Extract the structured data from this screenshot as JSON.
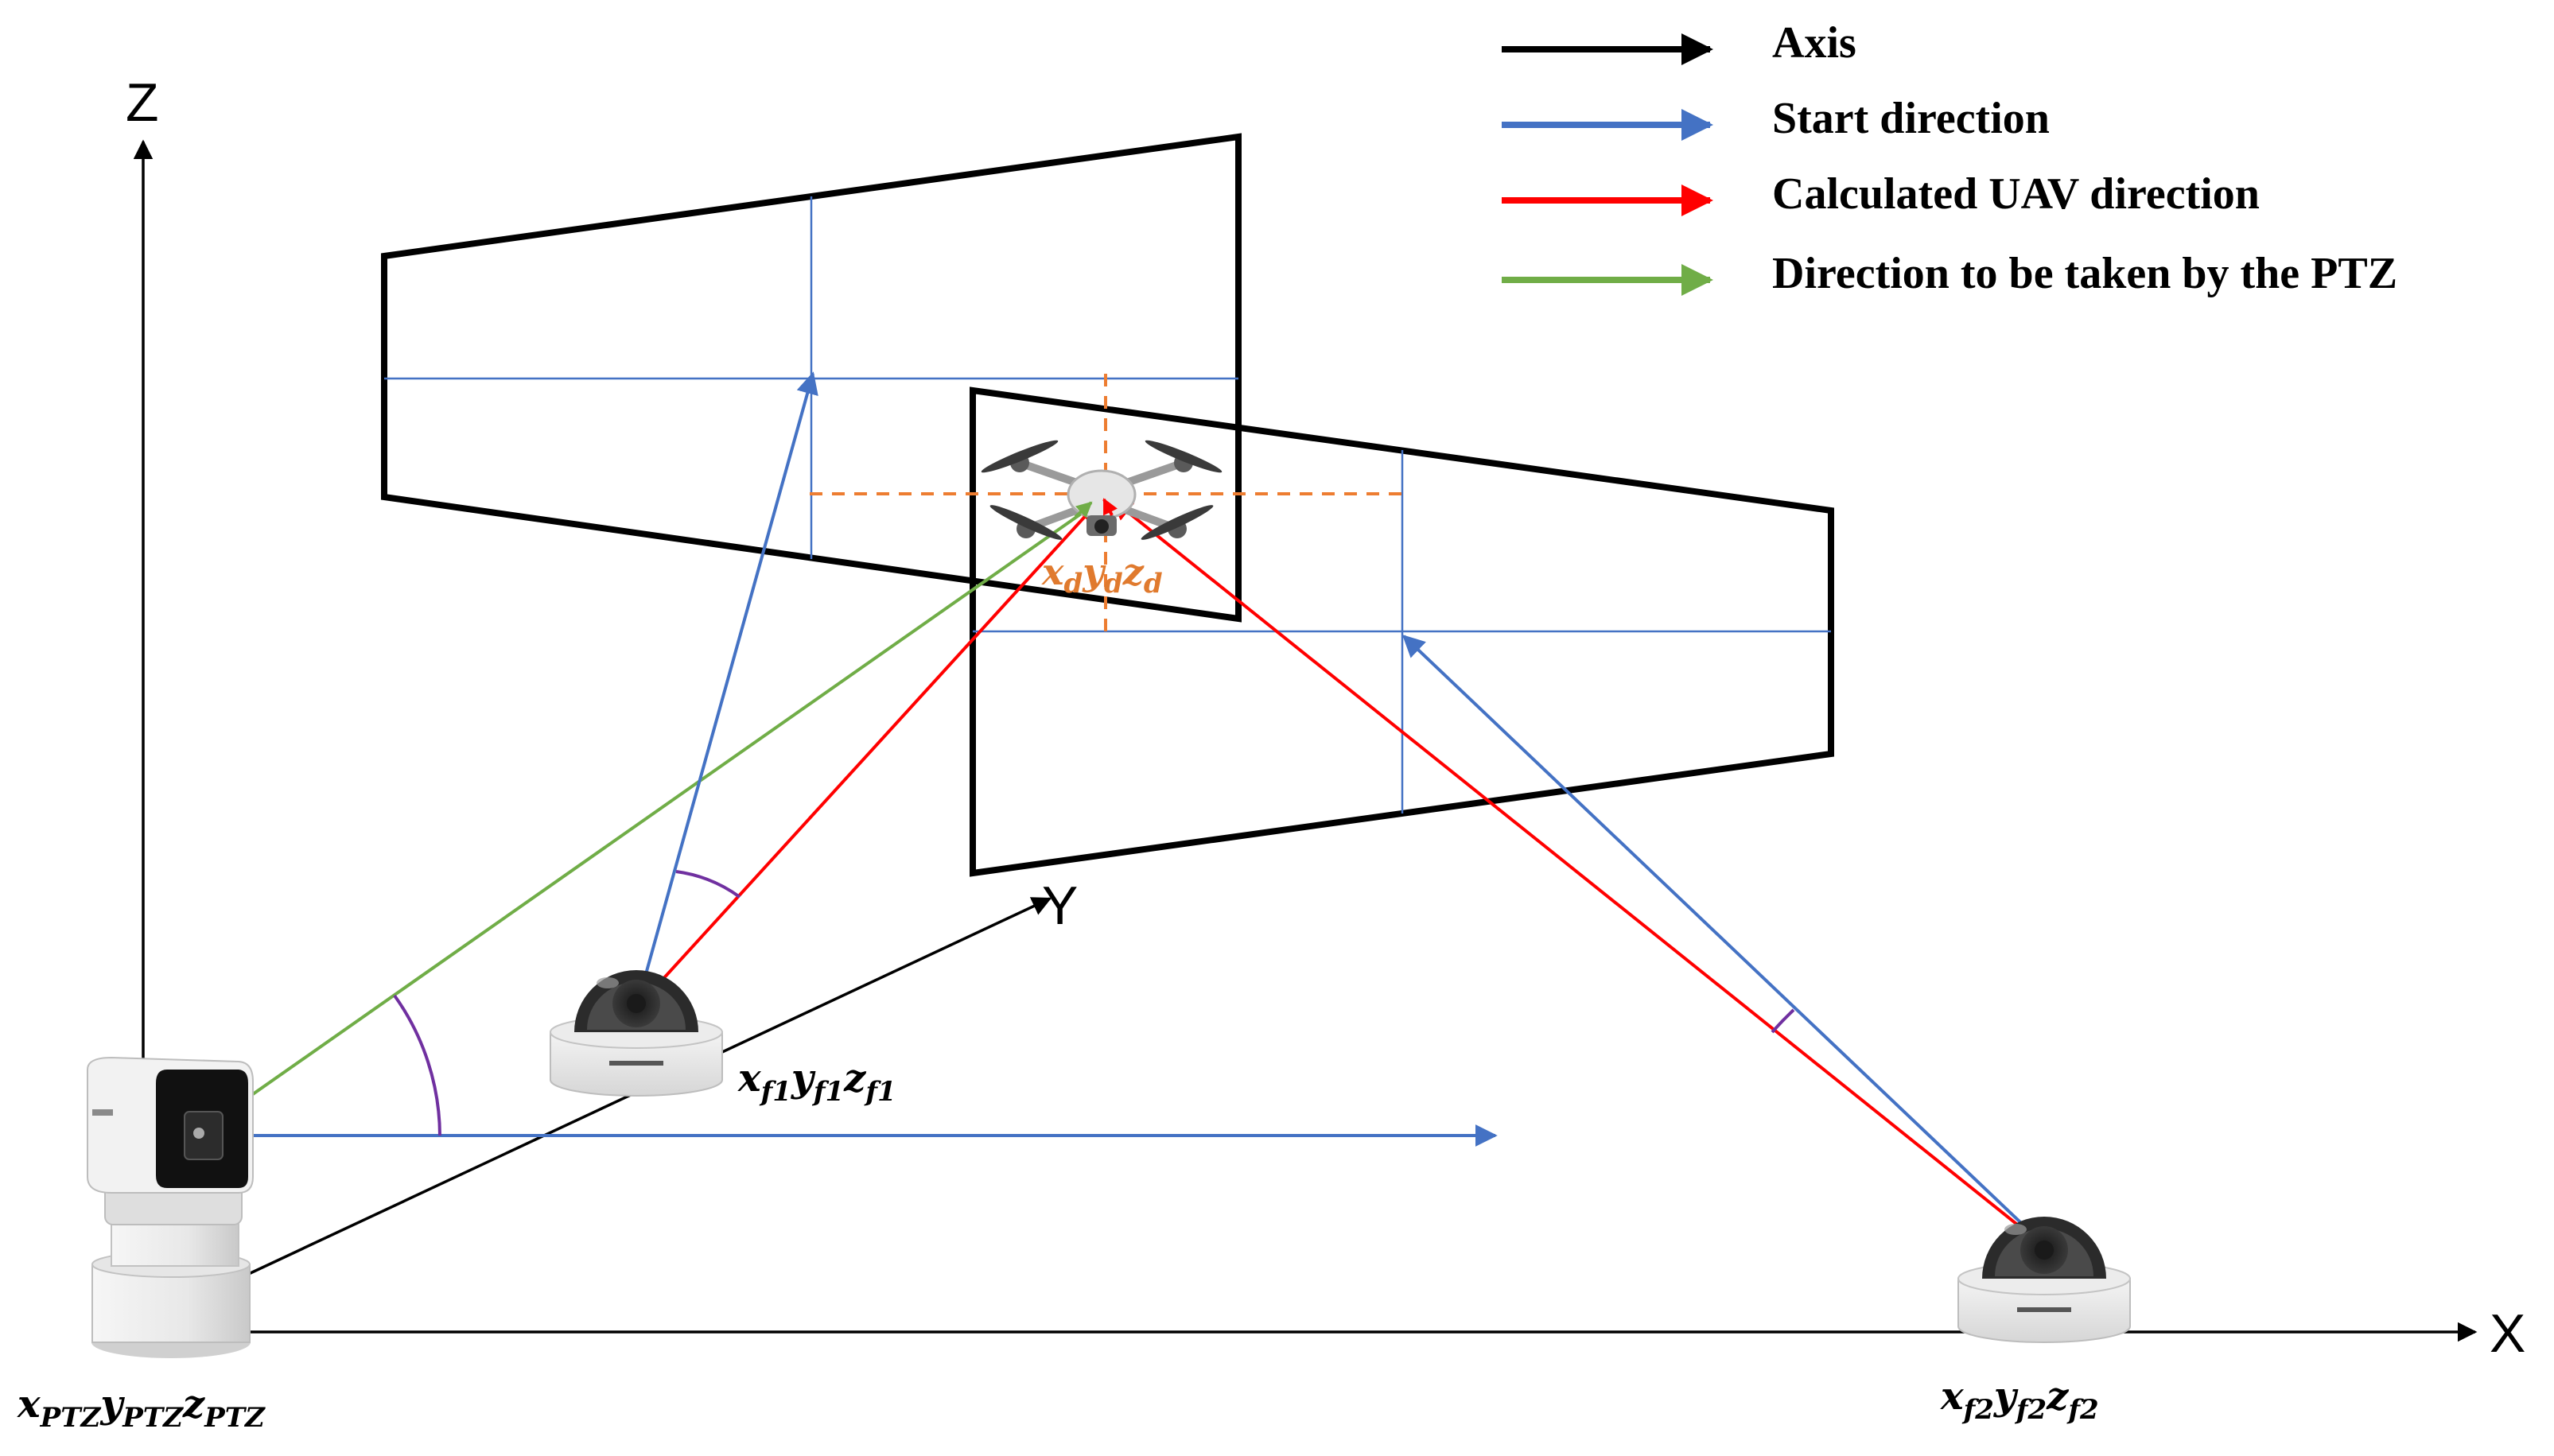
{
  "colors": {
    "axis": "#000000",
    "start_direction": "#4472C4",
    "calculated_uav_direction": "#FF0000",
    "ptz_direction": "#70AD47",
    "uav_marker": "#ED7D31",
    "angle_arc": "#7030A0",
    "frame": "#000000",
    "crosshair": "#4472C4"
  },
  "axes": {
    "x_label": "X",
    "y_label": "Y",
    "z_label": "Z"
  },
  "legend": {
    "items": [
      {
        "label": "Axis",
        "color_key": "axis"
      },
      {
        "label": "Start direction",
        "color_key": "start_direction"
      },
      {
        "label": "Calculated UAV direction",
        "color_key": "calculated_uav_direction"
      },
      {
        "label": "Direction to be taken by the PTZ",
        "color_key": "ptz_direction"
      }
    ]
  },
  "coordinates": {
    "ptz": {
      "a": "x",
      "as": "PTZ",
      "b": "y",
      "bs": "PTZ",
      "c": "z",
      "cs": "PTZ"
    },
    "f1": {
      "a": "x",
      "as": "f1",
      "b": "y",
      "bs": "f1",
      "c": "z",
      "cs": "f1"
    },
    "f2": {
      "a": "x",
      "as": "f2",
      "b": "y",
      "bs": "f2",
      "c": "z",
      "cs": "f2"
    },
    "uav": {
      "a": "x",
      "as": "d",
      "b": "y",
      "bs": "d",
      "c": "z",
      "cs": "d"
    }
  },
  "icons": {
    "ptz_camera": "ptz-camera-icon",
    "dome_camera": "dome-camera-icon",
    "drone": "drone-icon"
  }
}
